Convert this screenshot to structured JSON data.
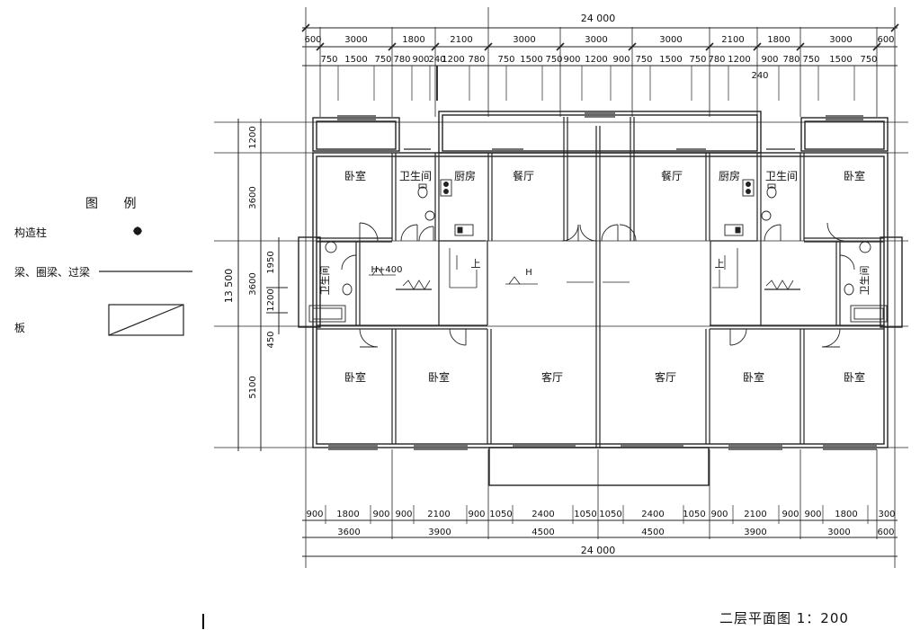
{
  "legend": {
    "title": "图 例",
    "column_label": "构造柱",
    "beam_label": "梁、圈梁、过梁",
    "slab_label": "板"
  },
  "caption": "二层平面图 1：200",
  "dimensions": {
    "top_total": "24 000",
    "top_row1": [
      "600",
      "3000",
      "1800",
      "2100",
      "3000",
      "3000",
      "3000",
      "2100",
      "1800",
      "3000",
      "600"
    ],
    "top_row2": [
      "750",
      "1500",
      "750",
      "780",
      "900",
      "240",
      "1200",
      "780",
      "750",
      "1500",
      "750",
      "900",
      "1200",
      "900",
      "750",
      "1500",
      "750",
      "780",
      "1200",
      "900",
      "780",
      "750",
      "1500",
      "750"
    ],
    "top_note": "240",
    "bottom_row1": [
      "900",
      "1800",
      "900",
      "900",
      "2100",
      "900",
      "1050",
      "2400",
      "1050",
      "1050",
      "2400",
      "1050",
      "900",
      "2100",
      "900",
      "900",
      "1800",
      "300"
    ],
    "bottom_row2": [
      "3600",
      "3900",
      "4500",
      "4500",
      "3900",
      "3000",
      "600"
    ],
    "bottom_total": "24 000",
    "left_total": "13 500",
    "left_outer": [
      "1200",
      "3600",
      "3600",
      "5100"
    ],
    "left_inner": [
      "1950",
      "1200",
      "450"
    ]
  },
  "rooms": {
    "bedroom": "卧室",
    "bathroom": "卫生间",
    "kitchen": "厨房",
    "dining": "餐厅",
    "living": "客厅",
    "bath_vertical": "卫生间",
    "stair_up": "上",
    "level_h": "H",
    "level_h400": "H+400"
  }
}
